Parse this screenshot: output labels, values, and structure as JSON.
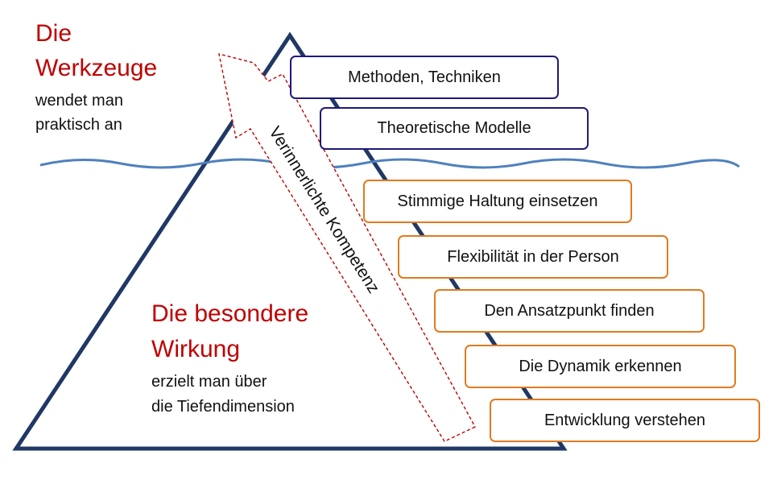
{
  "top_heading": {
    "line1": "Die",
    "line2": "Werkzeuge",
    "sub_line1": "wendet  man",
    "sub_line2": "praktisch an"
  },
  "bottom_heading": {
    "line1": "Die besondere",
    "line2": "Wirkung",
    "sub_line1": "erzielt man über",
    "sub_line2": "die Tiefendimension"
  },
  "arrow": {
    "label": "Verinnerlichte Kompetenz"
  },
  "above_water_steps": [
    "Methoden, Techniken",
    "Theoretische Modelle"
  ],
  "below_water_steps": [
    "Stimmige Haltung einsetzen",
    "Flexibilität in der Person",
    "Den Ansatzpunkt finden",
    "Die Dynamik erkennen",
    "Entwicklung verstehen"
  ],
  "colors": {
    "heading": "#c00000",
    "triangle": "#1f3864",
    "water": "#4f81bd",
    "arrow_outline": "#c00000",
    "box_above_border": "#1f1a7a",
    "box_below_border": "#e07b20"
  }
}
